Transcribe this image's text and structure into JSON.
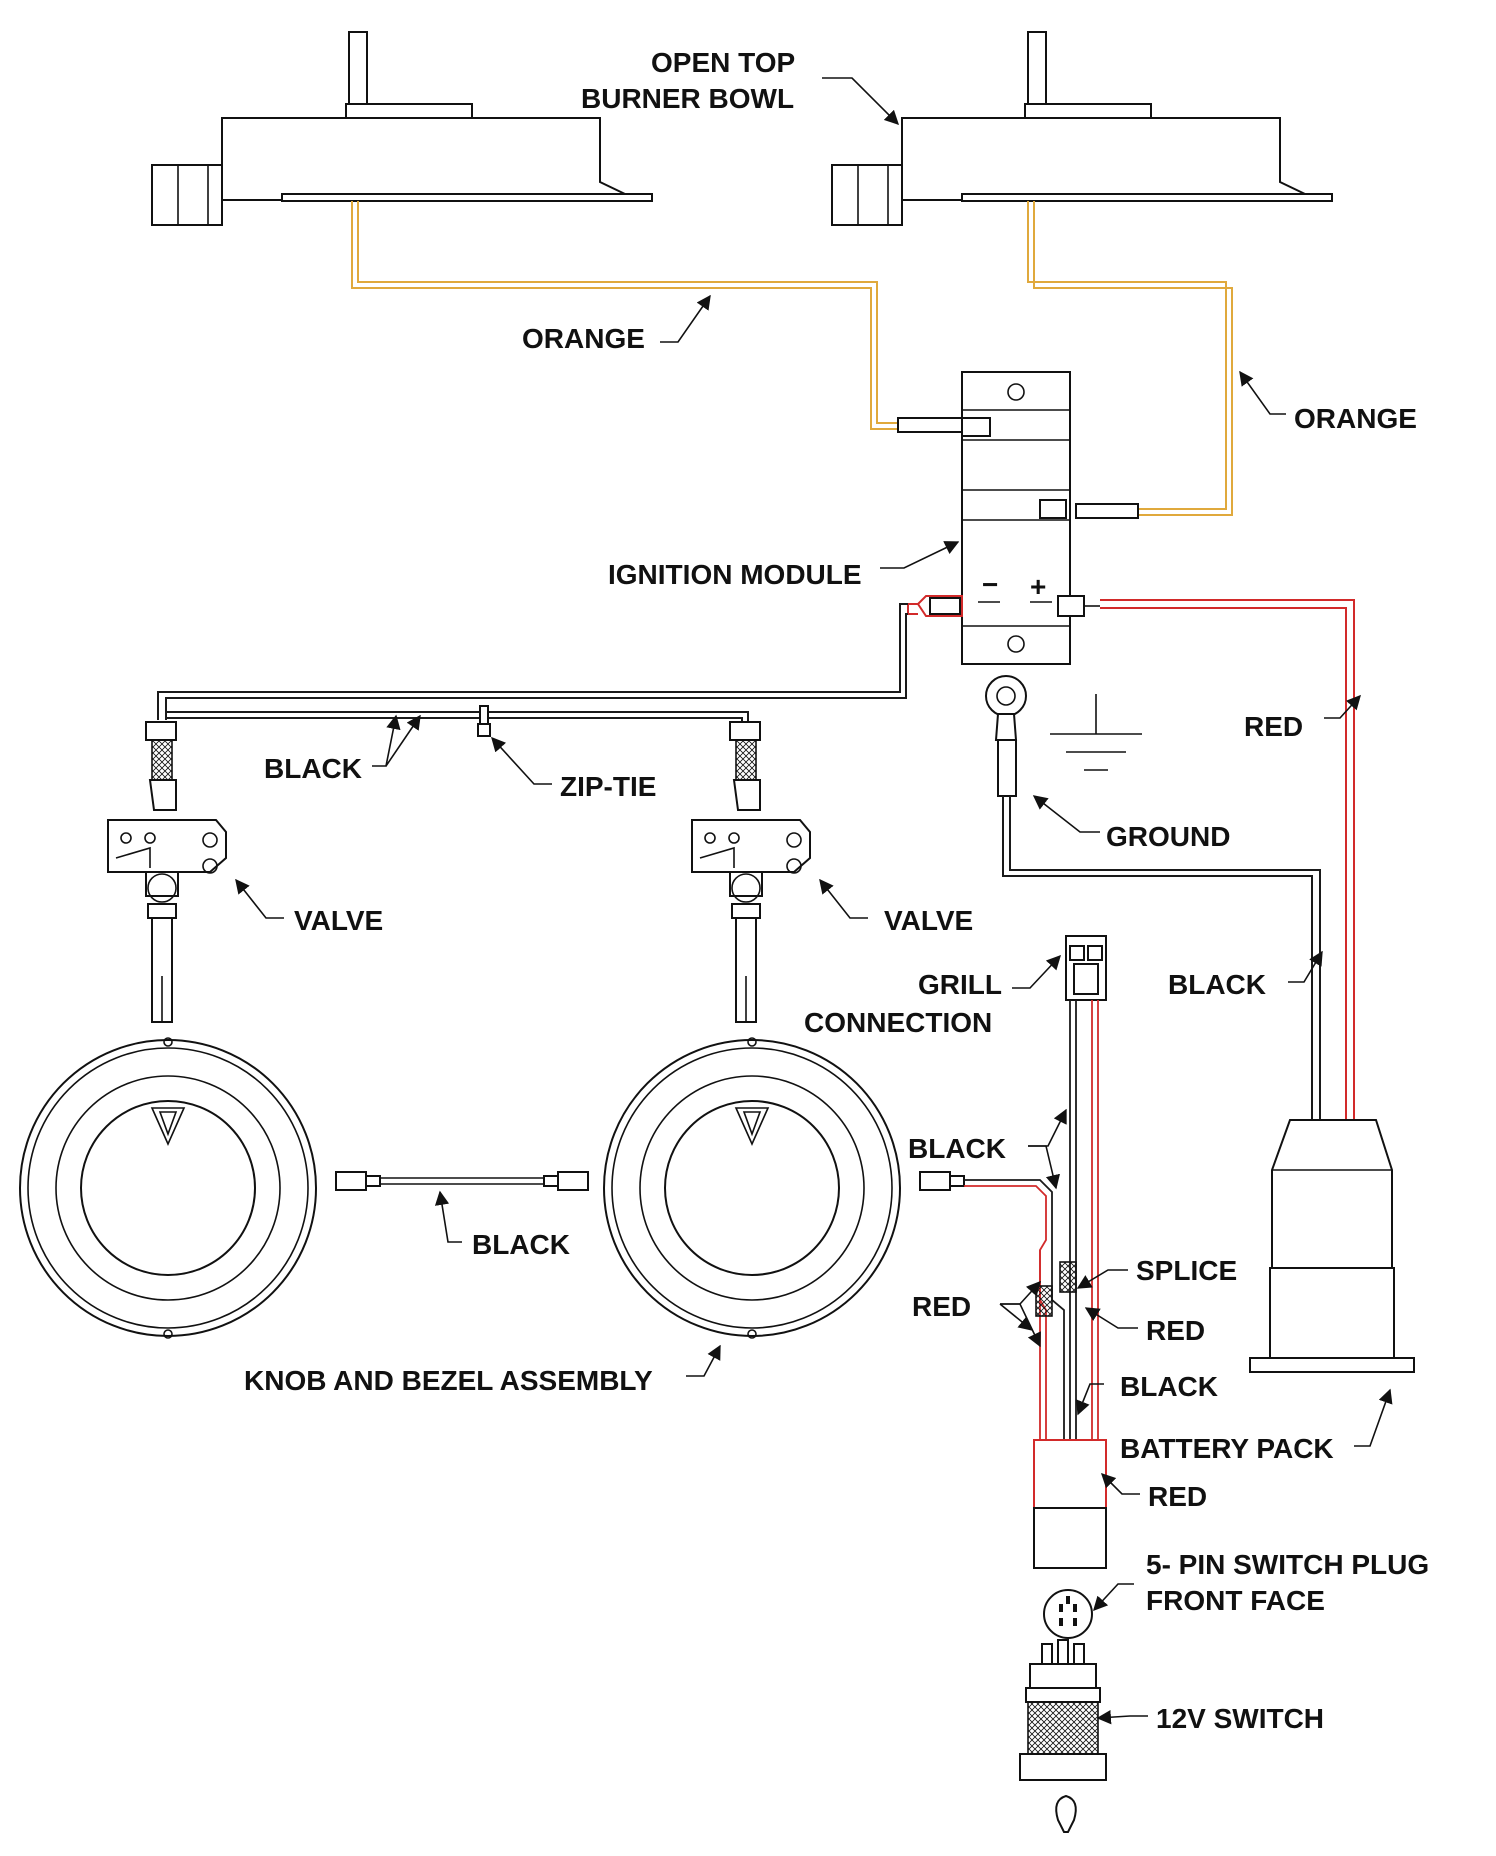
{
  "labels": {
    "burner_bowl": [
      "OPEN TOP",
      "BURNER BOWL"
    ],
    "orange_left": "ORANGE",
    "orange_right": "ORANGE",
    "ignition_module": "IGNITION MODULE",
    "module_minus": "−",
    "module_plus": "+",
    "red_battery": "RED",
    "black_module": "BLACK",
    "zip_tie": "ZIP-TIE",
    "ground": "GROUND",
    "valve_left": "VALVE",
    "valve_right": "VALVE",
    "grill_connection": [
      "GRILL",
      "CONNECTION"
    ],
    "black_battery": "BLACK",
    "black_harness": "BLACK",
    "black_knobs": "BLACK",
    "splice": "SPLICE",
    "red_splice": "RED",
    "red_harness": "RED",
    "black_switch": "BLACK",
    "knob_bezel": "KNOB AND BEZEL ASSEMBLY",
    "battery_pack": "BATTERY PACK",
    "red_switch": "RED",
    "switch_plug": [
      "5- PIN SWITCH PLUG",
      "FRONT FACE"
    ],
    "switch_12v": "12V SWITCH"
  },
  "colors": {
    "orange_wire": "#e0a93c",
    "red_wire": "#d22a2a",
    "black_wire": "#1a1a1a",
    "ink": "#111111",
    "background": "#ffffff"
  }
}
